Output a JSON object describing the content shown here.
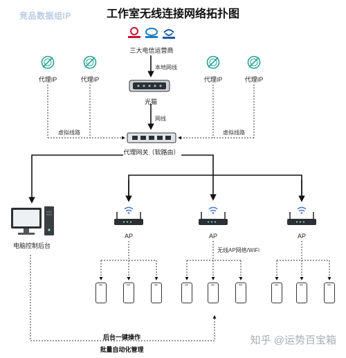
{
  "title": "工作室无线连接网络拓扑图",
  "watermark_top": "竞品数据组IP",
  "watermark_bottom": "知乎 @运势百宝箱",
  "carriers": {
    "label": "三大电信运营商",
    "logos": [
      {
        "name": "china-unicom",
        "text": "中国联通",
        "color": "#c8102e"
      },
      {
        "name": "china-mobile",
        "text": "中国移动",
        "color": "#1a7bc4"
      },
      {
        "name": "china-telecom",
        "text": "中国电信",
        "color": "#1b56a6"
      }
    ]
  },
  "modem": {
    "label": "光猫",
    "link_label": "本地网线"
  },
  "switch_link_label": "网线",
  "proxy_ips": [
    "代理IP",
    "代理IP",
    "代理IP",
    "代理IP"
  ],
  "virtual_line_labels": [
    "虚拟线路",
    "虚拟线路"
  ],
  "gateway_label": "代理网关（软路由）",
  "pc_label": "电脑控制后台",
  "ap_labels": [
    "AP",
    "AP",
    "AP"
  ],
  "ap_link_label": "无线AP网络/WiFi",
  "bottom_labels": [
    "后台一键操作",
    "批量自动化管理"
  ],
  "colors": {
    "accent_teal": "#2aa198",
    "line": "#111111",
    "router_blue": "#4a78c8"
  }
}
